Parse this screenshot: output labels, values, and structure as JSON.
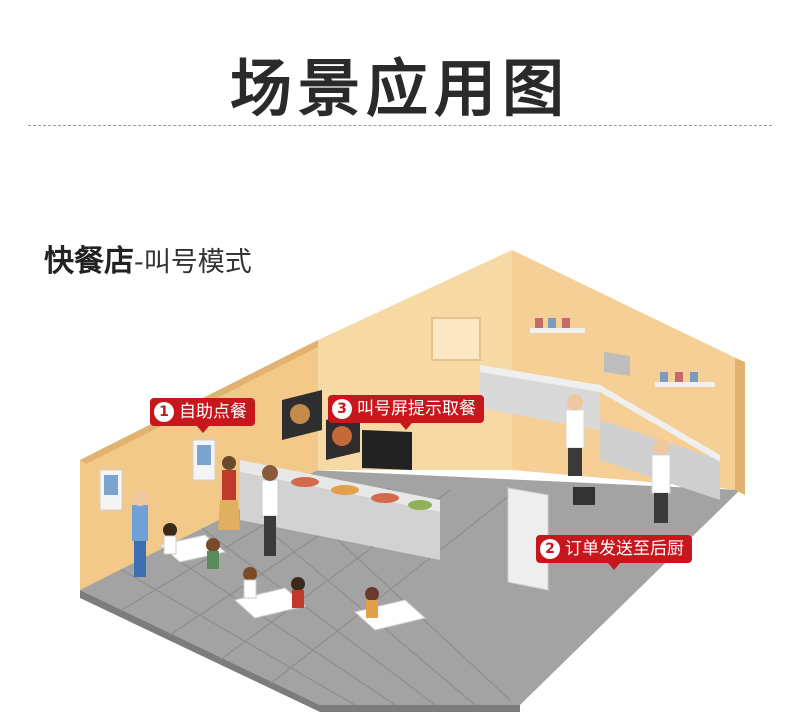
{
  "page_title": "场景应用图",
  "scene": {
    "heading": "快餐店",
    "heading_suffix": "-叫号模式"
  },
  "callouts": [
    {
      "number": "1",
      "label": "自助点餐"
    },
    {
      "number": "2",
      "label": "订单发送至后厨"
    },
    {
      "number": "3",
      "label": "叫号屏提示取餐"
    }
  ],
  "colors": {
    "accent": "#c8161d",
    "wall": "#f3c98a",
    "floor": "#9a9a9a"
  }
}
